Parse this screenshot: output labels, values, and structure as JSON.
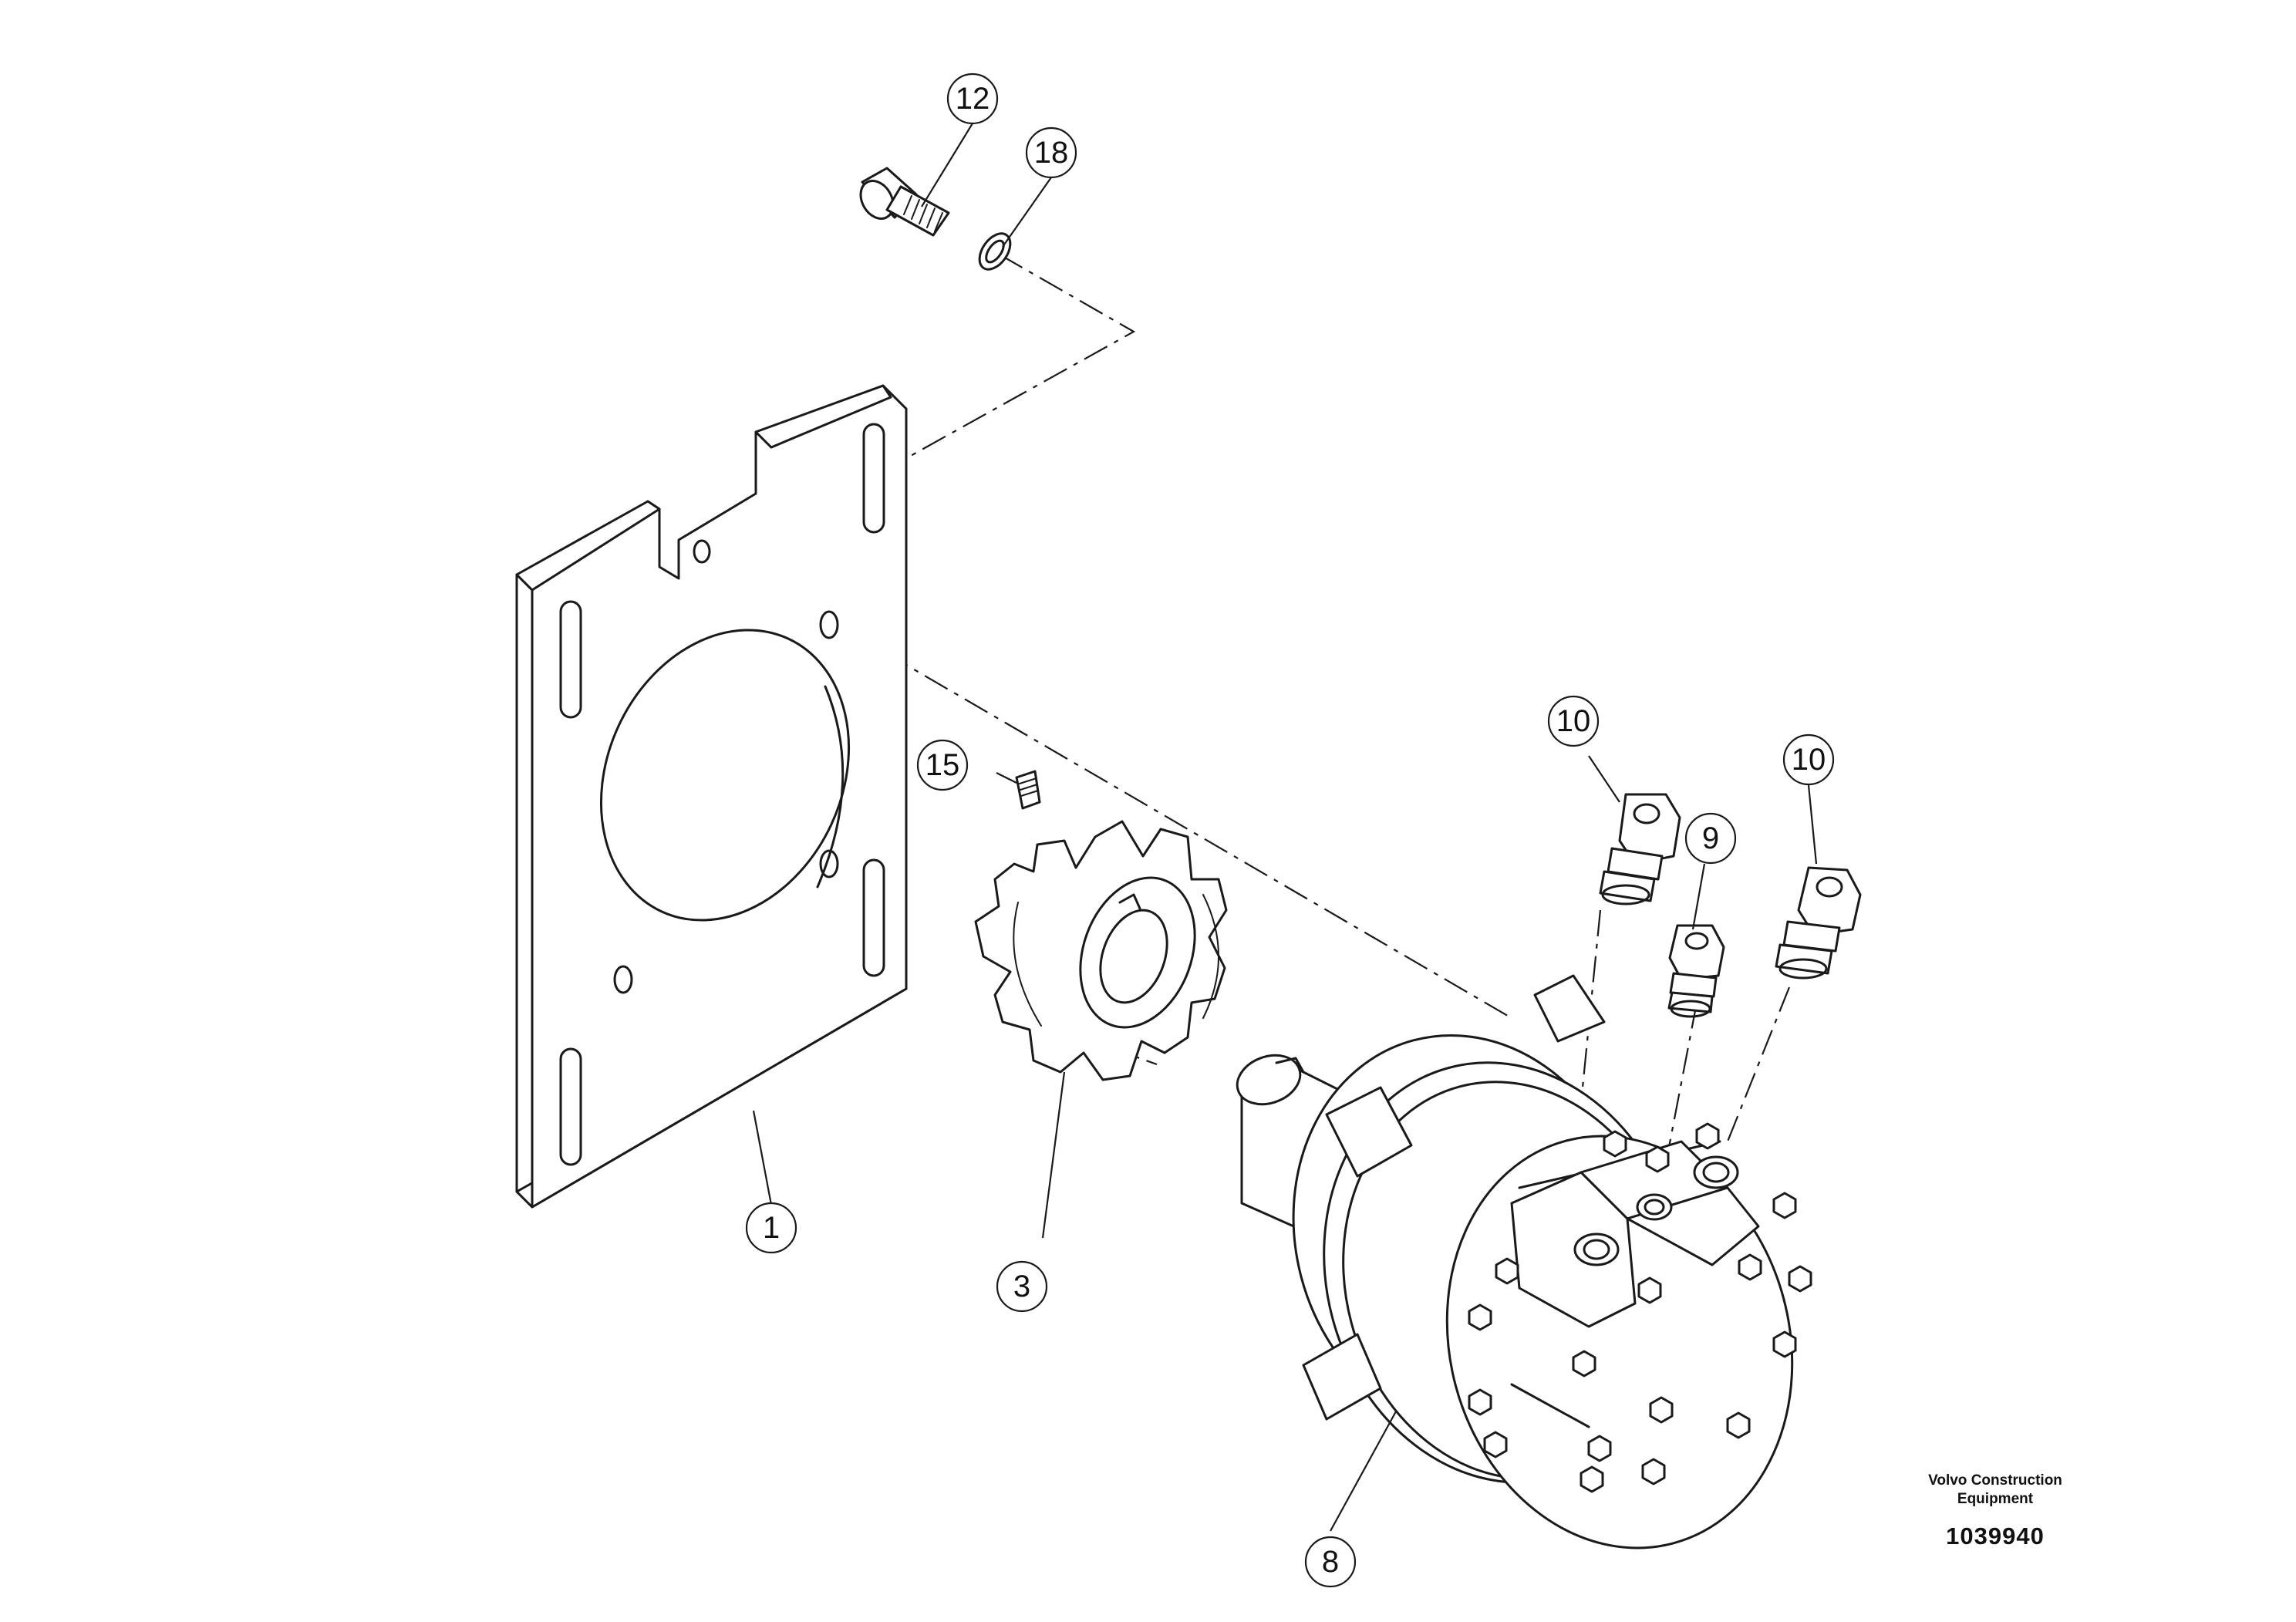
{
  "drawing": {
    "callouts": [
      {
        "id": "callout-12",
        "label": "12",
        "part": "bolt"
      },
      {
        "id": "callout-18",
        "label": "18",
        "part": "washer"
      },
      {
        "id": "callout-1",
        "label": "1",
        "part": "mounting-plate"
      },
      {
        "id": "callout-15",
        "label": "15",
        "part": "set-screw"
      },
      {
        "id": "callout-3",
        "label": "3",
        "part": "sprocket"
      },
      {
        "id": "callout-10a",
        "label": "10",
        "part": "hose-fitting"
      },
      {
        "id": "callout-10b",
        "label": "10",
        "part": "hose-fitting"
      },
      {
        "id": "callout-9",
        "label": "9",
        "part": "drain-fitting"
      },
      {
        "id": "callout-8",
        "label": "8",
        "part": "hydraulic-motor"
      }
    ]
  },
  "credit": {
    "maker_line1": "Volvo Construction",
    "maker_line2": "Equipment",
    "drawing_number": "1039940"
  }
}
